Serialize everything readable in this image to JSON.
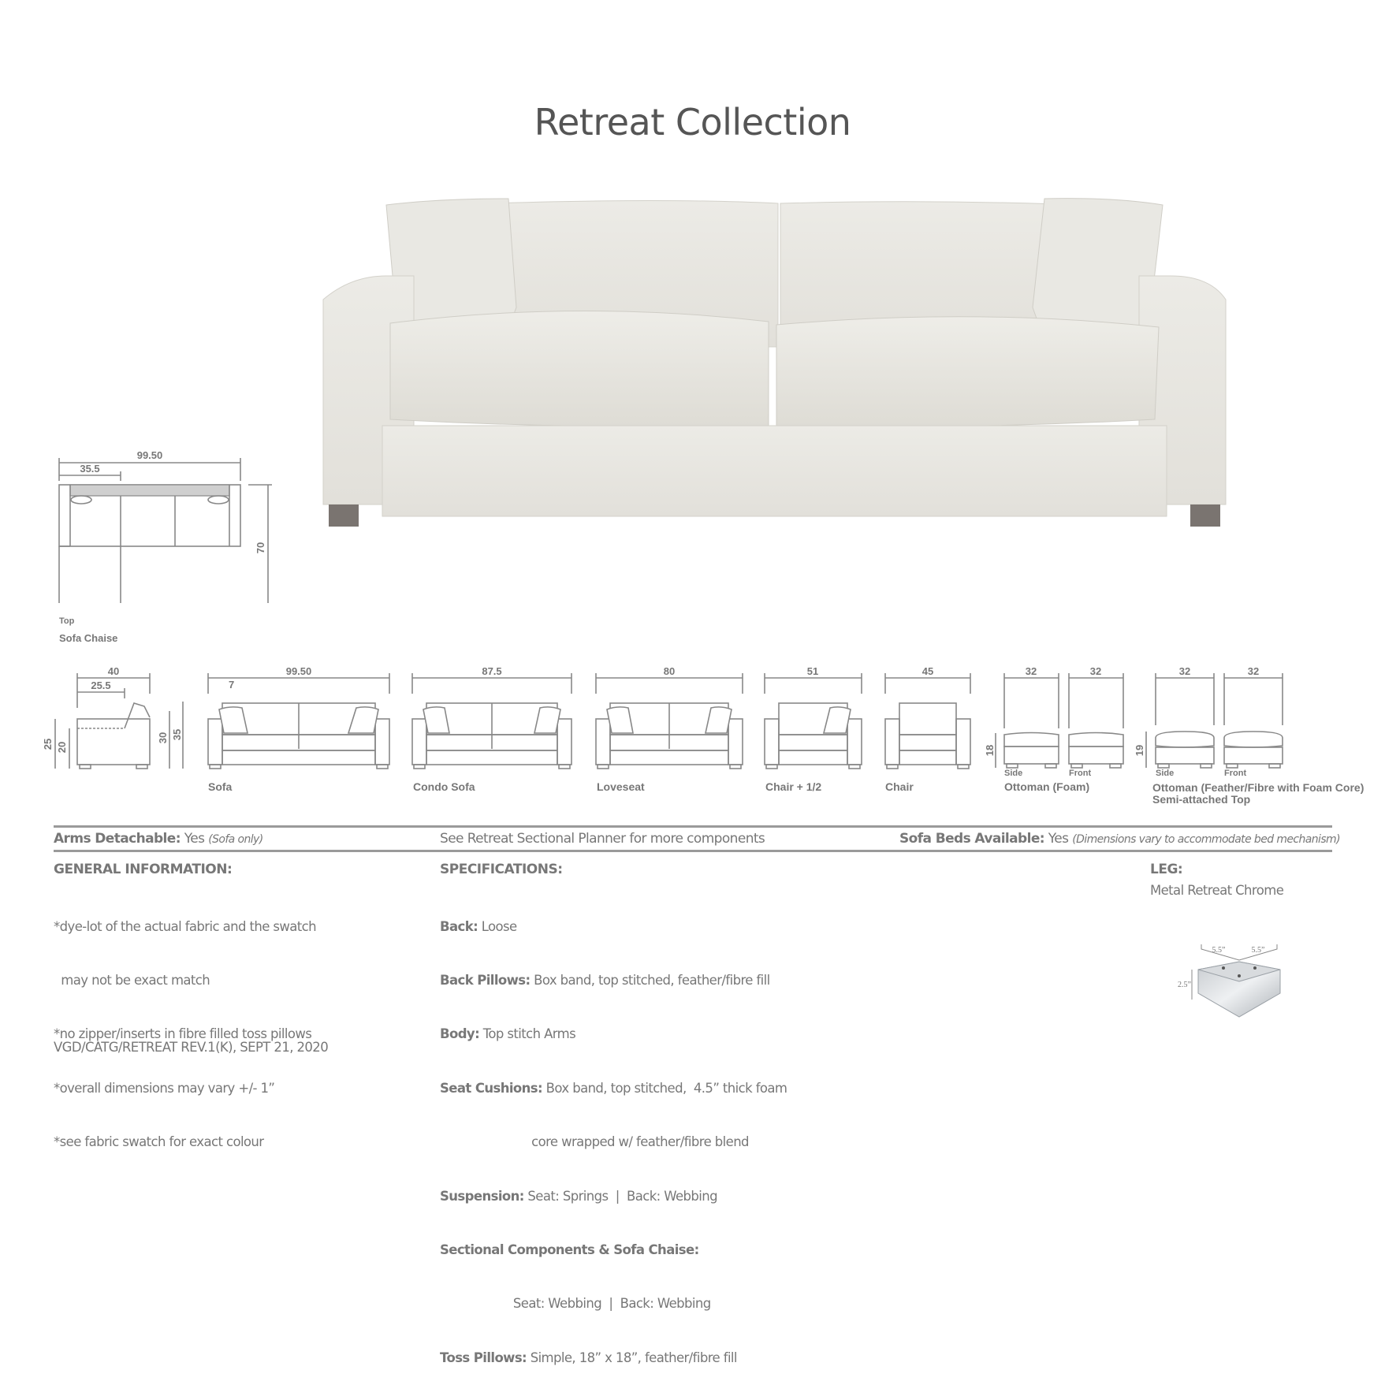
{
  "header": {
    "title": "Retreat Collection"
  },
  "hero_image": {
    "alt": "Retreat sofa, light linen upholstery, two seat cushions, two back pillows, two toss pillows, metal legs",
    "fabric_color": "#e8e6e0",
    "leg_color": "#7a7470"
  },
  "chaise": {
    "width": "99.50",
    "chaise_width": "35.5",
    "depth": "70",
    "view_label": "Top",
    "name": "Sofa Chaise"
  },
  "side_profile": {
    "depth": "40",
    "seat_depth": "25.5",
    "arm_height": "25",
    "seat_height": "20",
    "back_height_1": "30",
    "back_height_2": "35"
  },
  "models": [
    {
      "name": "Sofa",
      "width": "99.50",
      "arm": "7"
    },
    {
      "name": "Condo Sofa",
      "width": "87.5"
    },
    {
      "name": "Loveseat",
      "width": "80"
    },
    {
      "name": "Chair + 1/2",
      "width": "51"
    },
    {
      "name": "Chair",
      "width": "45"
    },
    {
      "name": "Ottoman (Foam)",
      "side_width": "32",
      "front_width": "32",
      "height": "18",
      "side_label": "Side",
      "front_label": "Front"
    },
    {
      "name": "Ottoman (Feather/Fibre with Foam Core)",
      "name_line2": "Semi-attached Top",
      "side_width": "32",
      "front_width": "32",
      "height": "19",
      "side_label": "Side",
      "front_label": "Front"
    }
  ],
  "band": {
    "arms_label": "Arms Detachable:",
    "arms_value": "Yes",
    "arms_note": "(Sofa only)",
    "planner_note": "See Retreat  Sectional Planner for more components",
    "beds_label": "Sofa Beds Available:",
    "beds_value": "Yes",
    "beds_note": "(Dimensions vary to accommodate bed mechanism)"
  },
  "general": {
    "heading": "GENERAL INFORMATION:",
    "lines": [
      "*dye-lot of the actual fabric and the swatch",
      "  may not be exact match",
      "*no zipper/inserts in fibre filled toss pillows",
      "*overall dimensions may vary +/- 1”",
      "*see fabric swatch for exact colour"
    ]
  },
  "specs": {
    "heading": "SPECIFICATIONS:",
    "items": [
      {
        "label": "Back:",
        "value": " Loose"
      },
      {
        "label": "Back Pillows:",
        "value": " Box band, top stitched, feather/fibre fill"
      },
      {
        "label": "Body:",
        "value": " Top stitch Arms"
      },
      {
        "label": "Seat Cushions:",
        "value": " Box band, top stitched,  4.5” thick foam"
      },
      {
        "label": "",
        "value": "                         core wrapped w/ feather/fibre blend"
      },
      {
        "label": "Suspension:",
        "value": " Seat: Springs  |  Back: Webbing"
      },
      {
        "label": "Sectional Components & Sofa Chaise:",
        "value": ""
      },
      {
        "label": "",
        "value": "                    Seat: Webbing  |  Back: Webbing"
      },
      {
        "label": "Toss Pillows:",
        "value": " Simple, 18” x 18”, feather/fibre fill"
      }
    ]
  },
  "leg": {
    "heading": "LEG:",
    "value": "Metal Retreat Chrome",
    "dim_a": "5.5”",
    "dim_b": "5.5”",
    "dim_h": "2.5”"
  },
  "footer": {
    "doc_code": "VGD/CATG/RETREAT REV.1(K), SEPT 21, 2020"
  }
}
